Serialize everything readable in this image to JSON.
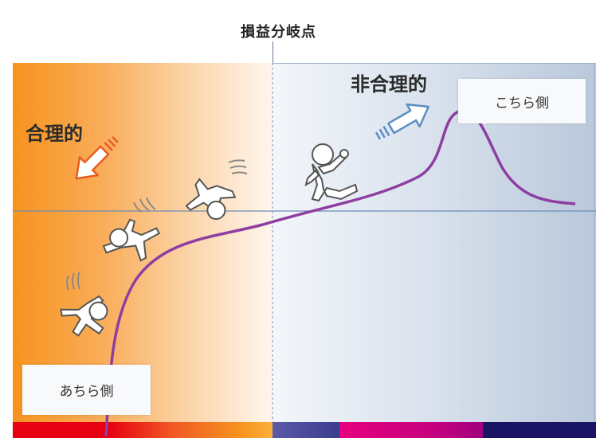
{
  "title": "損益分岐点",
  "labels": {
    "rational": "合理的",
    "irrational": "非合理的",
    "this_side": "こちら側",
    "that_side": "あちら側"
  },
  "colors": {
    "curve": "#8e3ea0",
    "left_bg_start": "#f7931e",
    "right_bg_end": "#b9c8db",
    "baseline": "#6b8db5"
  }
}
